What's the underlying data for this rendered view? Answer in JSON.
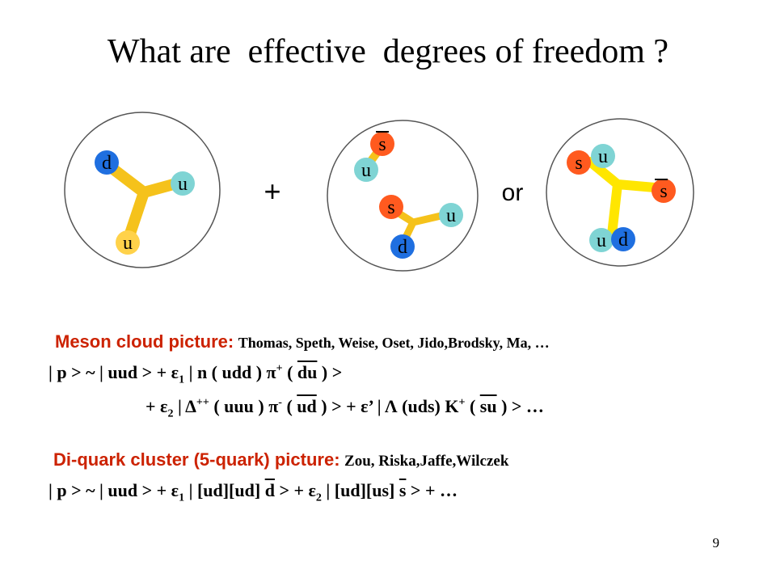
{
  "title": "What are  effective  degrees of freedom ?",
  "diagram": {
    "plus": "+",
    "or": "or",
    "left_quarks": [
      "d",
      "u",
      "u"
    ],
    "middle_quarks": [
      "s",
      "u",
      "s",
      "u",
      "d"
    ],
    "right_quarks": [
      "s",
      "u",
      "s",
      "u",
      "d"
    ]
  },
  "meson": {
    "heading": "Meson cloud picture:",
    "authors": "Thomas, Speth, Weise, Oset, Jido,Brodsky, Ma, …",
    "line1": {
      "a": "| p > ~ | uud > + ε",
      "s1": "1",
      "b": " | n ( udd ) π",
      "sup1": "+",
      "c": " ( ",
      "ov": "du",
      "d": " ) >"
    },
    "line2": {
      "a": "+ ε",
      "s2": "2",
      "b": " | Δ",
      "sup2": "++",
      "c": " ( uuu ) π",
      "sup3": "-",
      "d": " ( ",
      "ov1": "ud",
      "e": " ) >  + ε’ | Λ (uds) K",
      "sup4": "+",
      "f": " ( ",
      "ov2": "su",
      "g": " ) > …"
    }
  },
  "diquark": {
    "heading": "Di-quark cluster (5-quark) picture:",
    "authors": "Zou, Riska,Jaffe,Wilczek",
    "line": {
      "a": "| p > ~ | uud >  + ε",
      "s1": "1",
      "b": " | [ud][ud]  ",
      "ov1": "d",
      "c": " > + ε",
      "s2": "2",
      "d": " | [ud][us]  ",
      "ov2": "s",
      "e": "  > + …"
    }
  },
  "page_number": "9",
  "colors": {
    "quark_blue": "#1f6fe0",
    "quark_orange": "#ff5a1f",
    "quark_cyan": "#7fd4d4",
    "quark_yellow": "#ffd24a",
    "gluon_gold": "#f5c21b",
    "gluon_yellow": "#ffe600",
    "heading_red": "#cc2200"
  }
}
